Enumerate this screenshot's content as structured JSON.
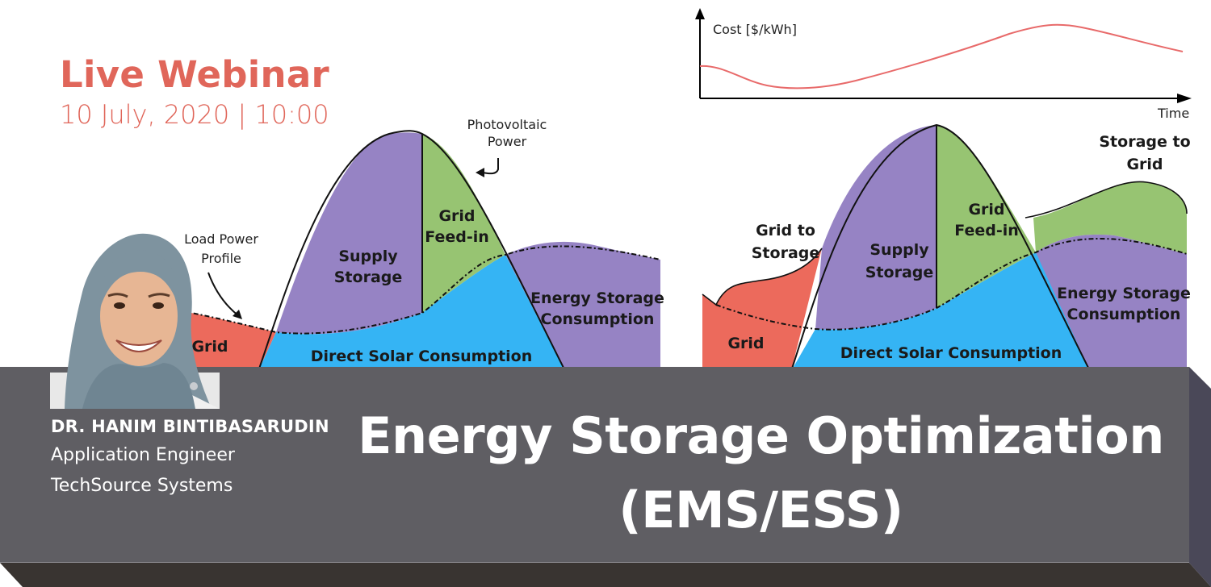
{
  "header": {
    "title": "Live Webinar",
    "datetime": "10 July, 2020 | 10:00"
  },
  "speaker": {
    "name": "DR. HANIM BINTIBASARUDIN",
    "role": "Application Engineer",
    "organization": "TechSource Systems",
    "photo_alt": "speaker-photo"
  },
  "event": {
    "title_line1": "Energy Storage Optimization",
    "title_line2": "(EMS/ESS)"
  },
  "cost_chart": {
    "y_label": "Cost [$/kWh]",
    "x_label": "Time"
  },
  "diagram_left": {
    "labels": {
      "pv_power": [
        "Photovoltaic",
        "Power"
      ],
      "load_profile": [
        "Load Power",
        "Profile"
      ],
      "grid": "Grid",
      "supply_storage": [
        "Supply",
        "Storage"
      ],
      "grid_feed_in": [
        "Grid",
        "Feed-in"
      ],
      "direct_solar": "Direct Solar Consumption",
      "ess_consumption": [
        "Energy Storage",
        "Consumption"
      ]
    }
  },
  "diagram_right": {
    "labels": {
      "grid_to_storage": [
        "Grid to",
        "Storage"
      ],
      "grid": "Grid",
      "supply_storage": [
        "Supply",
        "Storage"
      ],
      "grid_feed_in": [
        "Grid",
        "Feed-in"
      ],
      "storage_to_grid": [
        "Storage to",
        "Grid"
      ],
      "direct_solar": "Direct Solar Consumption",
      "ess_consumption": [
        "Energy Storage",
        "Consumption"
      ]
    }
  },
  "colors": {
    "accent": "#e0665a",
    "grid_red": "#ec6a5c",
    "storage_purple": "#9683c4",
    "feed_in_green": "#97c472",
    "solar_blue": "#35b4f4",
    "banner": "#5f5e63",
    "banner_bottom": "#393431",
    "banner_side": "#4a4858",
    "cost_curve": "#e86a6a"
  }
}
